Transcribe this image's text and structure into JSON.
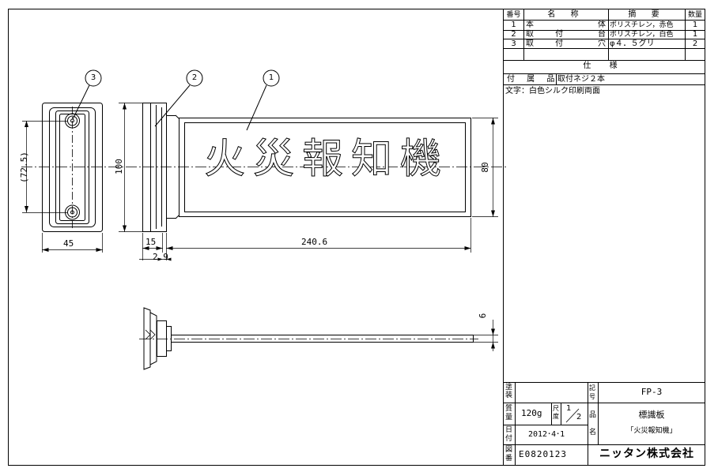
{
  "parts_table": {
    "headers": {
      "no": "番号",
      "name": "名 称",
      "spec": "摘 要",
      "qty": "数量"
    },
    "rows": [
      {
        "no": "1",
        "name_a": "本",
        "name_b": "体",
        "spec": "ポリスチレン，赤色",
        "qty": "1"
      },
      {
        "no": "2",
        "name_a": "取 付",
        "name_b": "台",
        "spec": "ポリスチレン，白色",
        "qty": "1"
      },
      {
        "no": "3",
        "name_a": "取 付",
        "name_b": "穴",
        "spec": "φ４．５グリ",
        "qty": "2"
      }
    ],
    "spec_header": "仕 様",
    "accessory_label": "付 属 品",
    "accessory_value": "取付ネジ２本",
    "note": "文字：白色シルク印刷両面"
  },
  "title_block": {
    "finish_label": "塗装",
    "mass_label": "質量",
    "mass_value": "120g",
    "scale_label": "尺度",
    "scale_num": "1",
    "scale_den": "2",
    "date_label": "日付",
    "date_value": "2012･4･1",
    "drawing_no_label": "図番",
    "drawing_no_value": "E0820123",
    "symbol_label": "記号",
    "symbol_value": "FP-3",
    "product_label": "品名",
    "product_name": "標識板",
    "product_sub": "「火災報知機」",
    "company": "ニッタン株式会社"
  },
  "drawing": {
    "sign_text": "火災報知機",
    "balloons": [
      "3",
      "2",
      "1"
    ],
    "dims": {
      "d45": "45",
      "d72_5": "(72.5)",
      "d100": "100",
      "d15": "15",
      "d2_9": "2.9",
      "d240_6": "240.6",
      "d80": "80",
      "d6": "6"
    }
  }
}
